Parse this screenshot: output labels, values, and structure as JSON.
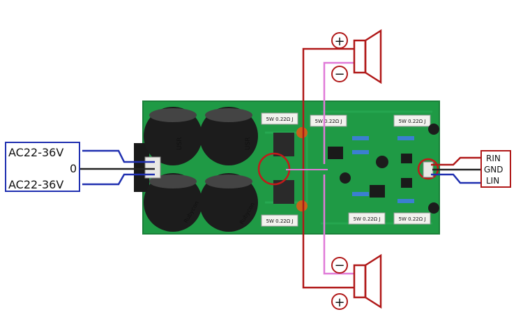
{
  "input_terminal": {
    "lines": [
      "AC22-36V",
      "0",
      "AC22-36V"
    ],
    "colors": {
      "ac": "#1f2fb0",
      "gnd": "#222222",
      "box": "#1f2fb0"
    }
  },
  "output_terminal": {
    "lines": [
      "RIN",
      "GND",
      "LIN"
    ],
    "colors": {
      "box": "#b01818",
      "right": "#b01818",
      "gnd": "#222222",
      "left": "#1f2fb0"
    }
  },
  "speakers": {
    "top": {
      "positive": "+",
      "negative": "−"
    },
    "bottom": {
      "positive": "+",
      "negative": "−"
    },
    "colors": {
      "positive_wire": "#b01818",
      "negative_wire": "#e07ad8",
      "outline": "#b01818"
    }
  },
  "board": {
    "capacitor_labels": [
      "USR",
      "USR",
      "Rubycon",
      "Rubycon"
    ],
    "resistor_label": "5W 0.22Ω J",
    "colors": {
      "pcb": "#1f9a45",
      "pcb_dark": "#137a33",
      "capacitor": "#1c1c1c",
      "highlight": "#c21a1a"
    }
  }
}
